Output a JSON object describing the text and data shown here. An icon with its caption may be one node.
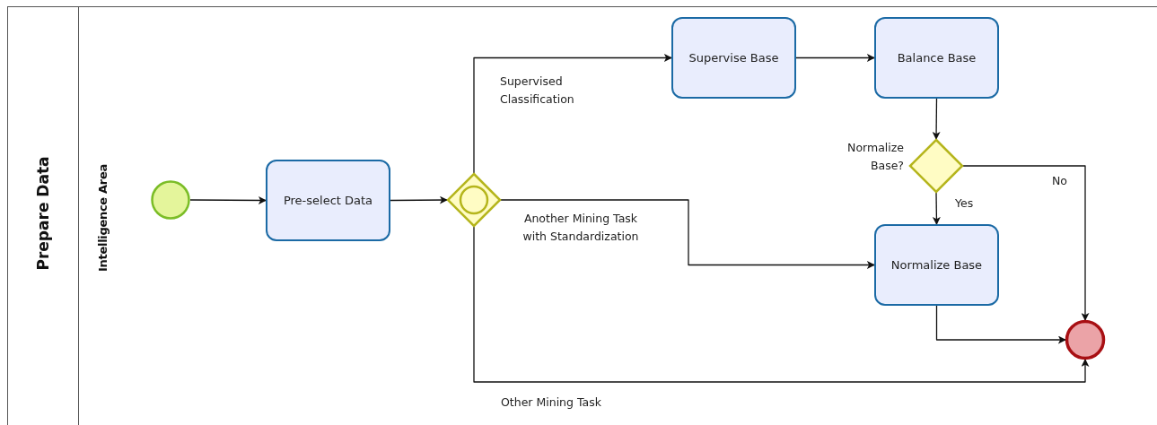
{
  "diagram": {
    "nodes": [
      {
        "text": [
          "Prepare Data"
        ]
      },
      {
        "text": [
          "Intelligence Area"
        ],
        "in": 0
      },
      {
        "text": [],
        "shape": "circle",
        "in": 1
      },
      {
        "text": [
          "Pre-select Data"
        ],
        "in": 1
      },
      {
        "text": [],
        "shape": "diamond",
        "in": 1
      },
      {
        "text": [
          "Supervise Base"
        ],
        "in": 1
      },
      {
        "text": [
          "Balance Base"
        ],
        "in": 1
      },
      {
        "text": [
          "Normalize Base?"
        ],
        "in": 1
      },
      {
        "text": [
          "Normalize Base"
        ],
        "in": 1
      },
      {
        "text": [],
        "shape": "circle",
        "in": 1
      }
    ],
    "edges": [
      {
        "from": 2,
        "to": 3,
        "arrow": "to"
      },
      {
        "from": 3,
        "to": 4,
        "arrow": "to"
      },
      {
        "from": 4,
        "to": 5,
        "arrow": "to",
        "label": "Supervised Classification"
      },
      {
        "from": 5,
        "to": 6,
        "arrow": "to"
      },
      {
        "from": 6,
        "to": 7,
        "arrow": "to"
      },
      {
        "from": 7,
        "to": 8,
        "arrow": "to",
        "label": "Yes"
      },
      {
        "from": 7,
        "to": 9,
        "arrow": "to",
        "label": "No"
      },
      {
        "from": 4,
        "to": 8,
        "arrow": "to",
        "label": "Another Mining Task with Standardization"
      },
      {
        "from": 8,
        "to": 9,
        "arrow": "to"
      },
      {
        "from": 4,
        "to": 9,
        "arrow": "to",
        "label": "Other Mining Task"
      }
    ]
  }
}
